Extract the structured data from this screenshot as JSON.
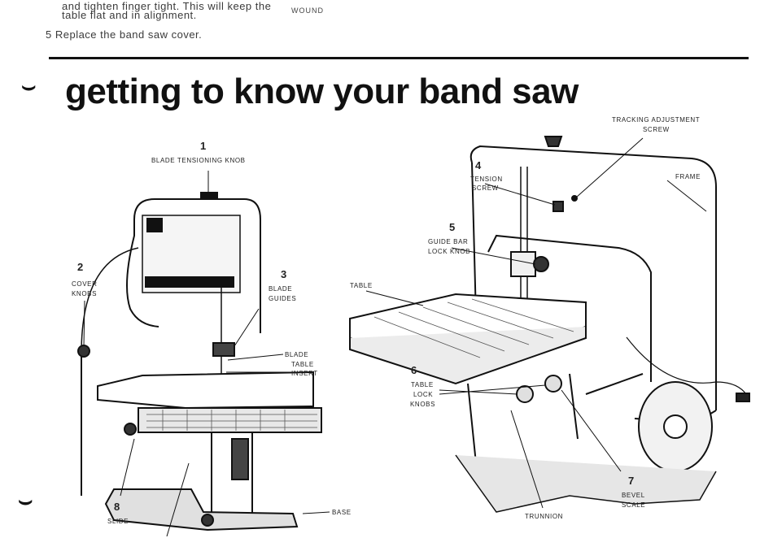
{
  "top_text": {
    "line1": "and tighten finger tight. This will keep the",
    "line2": "table flat and in alignment.",
    "step5": "5   Replace the band saw cover.",
    "wound": "WOUND"
  },
  "section_title": "getting to know your band saw",
  "bullet": "⌣",
  "labels": {
    "n1": "1",
    "l1": "BLADE TENSIONING KNOB",
    "n2": "2",
    "l2a": "COVER",
    "l2b": "KNOBS",
    "n3": "3",
    "l3a": "BLADE",
    "l3b": "GUIDES",
    "blade": "BLADE",
    "tinsert_a": "TABLE",
    "tinsert_b": "INSERT",
    "n4": "4",
    "l4a": "TENSION",
    "l4b": "SCREW",
    "tracking_a": "TRACKING ADJUSTMENT",
    "tracking_b": "SCREW",
    "frame": "FRAME",
    "n5": "5",
    "l5a": "GUIDE BAR",
    "l5b": "LOCK KNOB",
    "table": "TABLE",
    "n6": "6",
    "l6a": "TABLE",
    "l6b": "LOCK",
    "l6c": "KNOBS",
    "n7": "7",
    "l7a": "BEVEL",
    "l7b": "SCALE",
    "trunnion": "TRUNNION",
    "base": "BASE",
    "n8": "8",
    "l8": "SLIDE"
  }
}
